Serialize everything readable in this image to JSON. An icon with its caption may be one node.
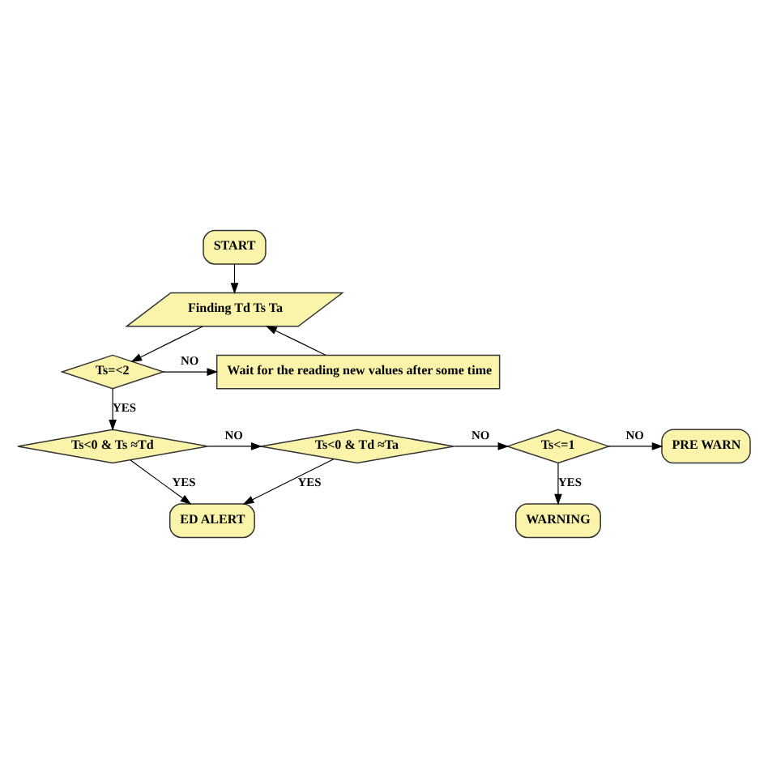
{
  "diagram": {
    "nodes": [
      {
        "text": [
          "START"
        ]
      },
      {
        "text": [
          "Finding Td Ts Ta"
        ]
      },
      {
        "text": [
          "Wait for the reading new values after some time"
        ]
      },
      {
        "text": [
          "Ts=<2"
        ]
      },
      {
        "text": [
          "Ts<0 & Ts ≈Td"
        ]
      },
      {
        "text": [
          "Ts<0 & Td ≈Ta"
        ]
      },
      {
        "text": [
          "Ts<=1"
        ]
      },
      {
        "text": [
          "PRE WARN"
        ]
      },
      {
        "text": [
          "ED ALERT"
        ]
      },
      {
        "text": [
          "WARNING"
        ]
      }
    ],
    "edges": [
      {
        "from": 0,
        "to": 1,
        "arrow": "to"
      },
      {
        "from": 1,
        "to": 3,
        "arrow": "to"
      },
      {
        "from": 3,
        "to": 2,
        "arrow": "to",
        "label": "NO"
      },
      {
        "from": 2,
        "to": 1,
        "arrow": "to"
      },
      {
        "from": 3,
        "to": 4,
        "arrow": "to",
        "label": "YES"
      },
      {
        "from": 4,
        "to": 5,
        "arrow": "to",
        "label": "NO"
      },
      {
        "from": 5,
        "to": 6,
        "arrow": "to",
        "label": "NO"
      },
      {
        "from": 6,
        "to": 7,
        "arrow": "to",
        "label": "NO"
      },
      {
        "from": 4,
        "to": 8,
        "arrow": "to",
        "label": "YES"
      },
      {
        "from": 5,
        "to": 8,
        "arrow": "to",
        "label": "YES"
      },
      {
        "from": 6,
        "to": 9,
        "arrow": "to",
        "label": "YES"
      }
    ]
  }
}
